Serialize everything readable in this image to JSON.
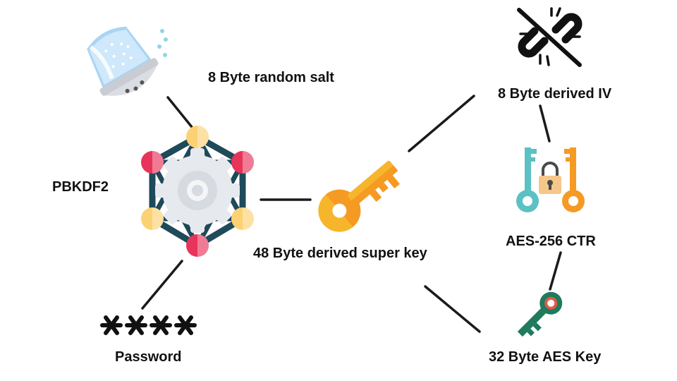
{
  "labels": {
    "salt": "8 Byte random salt",
    "pbkdf2": "PBKDF2",
    "super_key": "48 Byte derived super key",
    "iv": "8 Byte derived IV",
    "aes_ctr": "AES-256 CTR",
    "aes_key": "32 Byte AES Key",
    "password": "Password",
    "password_mask": "****"
  },
  "icons": {
    "salt": "salt-shaker-icon",
    "pbkdf2": "hexagon-gear-network-icon",
    "super_key": "golden-key-icon",
    "iv": "broken-chain-link-icon",
    "aes_ctr": "twin-keys-padlock-icon",
    "aes_key": "green-key-icon",
    "password": "asterisks-icon"
  },
  "colors": {
    "connector": "#1a1a1a",
    "network_edge": "#1e4a5a",
    "gear": "#e6e9ee",
    "node_yellow": "#fcd173",
    "node_pink": "#e8345a",
    "key_gold": "#f7b52c",
    "key_teal": "#5bc1c4",
    "key_orange": "#f59a23",
    "key_green": "#1f7a5e"
  }
}
